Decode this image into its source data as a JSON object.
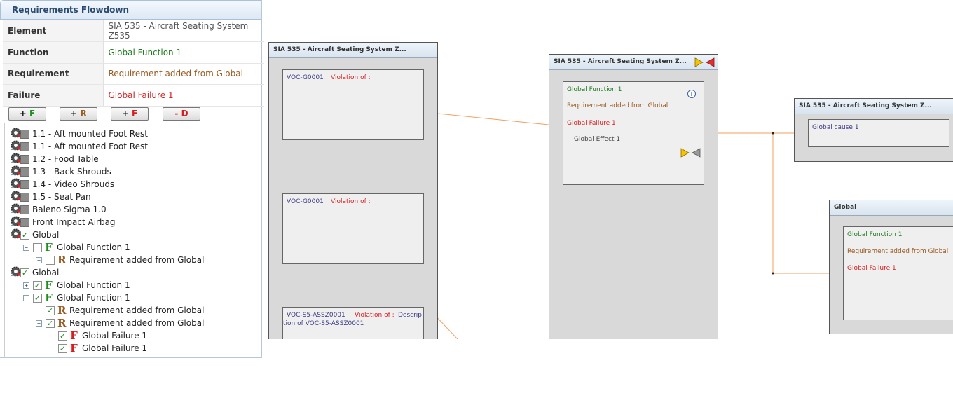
{
  "panel": {
    "title": "Requirements Flowdown",
    "props": {
      "element_label": "Element",
      "element_value": "SIA 535 - Aircraft Seating System Z535",
      "function_label": "Function",
      "function_value": "Global Function 1",
      "requirement_label": "Requirement",
      "requirement_value": "Requirement added from Global",
      "failure_label": "Failure",
      "failure_value": "Global Failure 1"
    },
    "buttons": {
      "b1_op": "+",
      "b1_letter": "F",
      "b2_op": "+",
      "b2_letter": "R",
      "b3_op": "+",
      "b3_letter": "F",
      "b4_op": "-",
      "b4_letter": "D"
    },
    "tree": [
      {
        "label": "1.1 - Aft mounted Foot Rest"
      },
      {
        "label": "1.1 - Aft mounted Foot Rest"
      },
      {
        "label": "1.2 - Food Table"
      },
      {
        "label": "1.3 - Back Shrouds"
      },
      {
        "label": "1.4 - Video Shrouds"
      },
      {
        "label": "1.5 - Seat Pan"
      },
      {
        "label": "Baleno Sigma 1.0"
      },
      {
        "label": "Front Impact Airbag"
      },
      {
        "label": "Global"
      },
      {
        "label": "Global Function 1",
        "letter": "F"
      },
      {
        "label": "Requirement added from Global",
        "letter": "R"
      },
      {
        "label": "Global"
      },
      {
        "label": "Global Function 1",
        "letter": "F"
      },
      {
        "label": "Global Function 1",
        "letter": "F"
      },
      {
        "label": "Requirement added from Global",
        "letter": "R"
      },
      {
        "label": "Requirement added from Global",
        "letter": "R"
      },
      {
        "label": "Global Failure 1",
        "letter": "F"
      },
      {
        "label": "Global Failure 1",
        "letter": "F"
      }
    ]
  },
  "diagram": {
    "lane1": {
      "title": "SIA 535 - Aircraft Seating System Z...",
      "card1": {
        "id": "VOC-G0001",
        "violation": "Violation of :"
      },
      "card2": {
        "id": "VOC-G0001",
        "violation": "Violation of :"
      },
      "card3": {
        "id": "VOC-S5-ASSZ0001",
        "violation": "Violation of :",
        "desc": "Descrip",
        "desc2": "tion of VOC-S5-ASSZ0001"
      }
    },
    "lane2": {
      "title": "SIA 535 - Aircraft Seating System Z...",
      "card": {
        "function": "Global Function 1",
        "requirement": "Requirement added from Global",
        "failure": "Global Failure 1",
        "effect": "Global Effect 1"
      }
    },
    "lane3": {
      "title": "SIA 535 - Aircraft Seating System Z...",
      "card": {
        "cause": "Global cause 1"
      }
    },
    "lane4": {
      "title": "Global",
      "card": {
        "function": "Global Function 1",
        "requirement": "Requirement added from Global",
        "failure": "Global Failure 1"
      }
    },
    "colors": {
      "connector": "#f0a060",
      "yellow_arrow": "#f5c400",
      "red_arrow": "#e03030",
      "gray_arrow": "#9a9a9a"
    }
  }
}
